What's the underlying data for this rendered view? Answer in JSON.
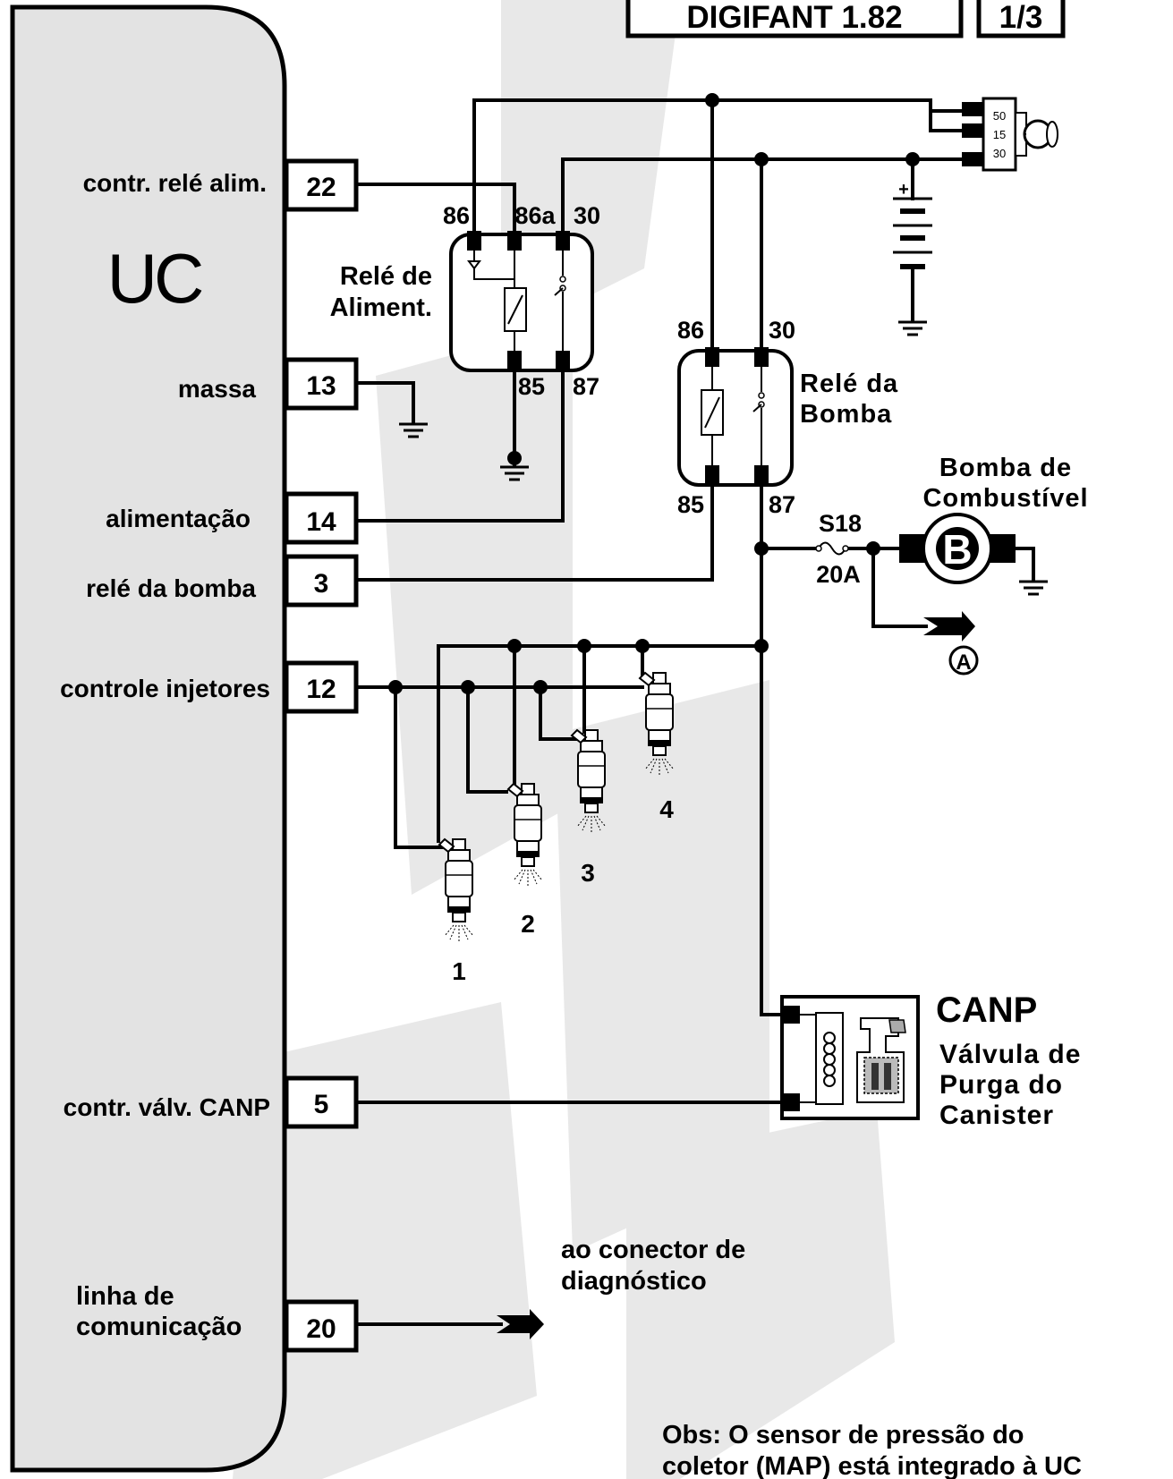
{
  "header": {
    "system": "DIGIFANT 1.82",
    "page": "1/3"
  },
  "uc": {
    "label": "UC",
    "pins": [
      {
        "label": "contr. relé alim.",
        "num": "22"
      },
      {
        "label": "massa",
        "num": "13"
      },
      {
        "label": "alimentação",
        "num": "14"
      },
      {
        "label": "relé da bomba",
        "num": "3"
      },
      {
        "label": "controle injetores",
        "num": "12"
      },
      {
        "label": "contr. válv. CANP",
        "num": "5"
      },
      {
        "label_line1": "linha de",
        "label_line2": "comunicação",
        "num": "20"
      }
    ]
  },
  "relay_alim": {
    "name_line1": "Relé de",
    "name_line2": "Aliment.",
    "t86": "86",
    "t86a": "86a",
    "t30": "30",
    "t85": "85",
    "t87": "87"
  },
  "relay_bomba": {
    "name_line1": "Relé da",
    "name_line2": "Bomba",
    "t86": "86",
    "t30": "30",
    "t85": "85",
    "t87": "87"
  },
  "ignition": {
    "t50": "50",
    "t15": "15",
    "t30": "30"
  },
  "battery": {
    "plus": "+"
  },
  "fuse": {
    "name": "S18",
    "rating": "20A"
  },
  "pump": {
    "title_line1": "Bomba de",
    "title_line2": "Combustível",
    "symbol": "B"
  },
  "connector_a": "A",
  "injectors": [
    "1",
    "2",
    "3",
    "4"
  ],
  "canp": {
    "title": "CANP",
    "line1": "Válvula de",
    "line2": "Purga do",
    "line3": "Canister"
  },
  "diag": {
    "line1": "ao conector de",
    "line2": "diagnóstico"
  },
  "note": {
    "line1": "Obs: O sensor de pressão do",
    "line2": "coletor (MAP)  está integrado à UC"
  }
}
